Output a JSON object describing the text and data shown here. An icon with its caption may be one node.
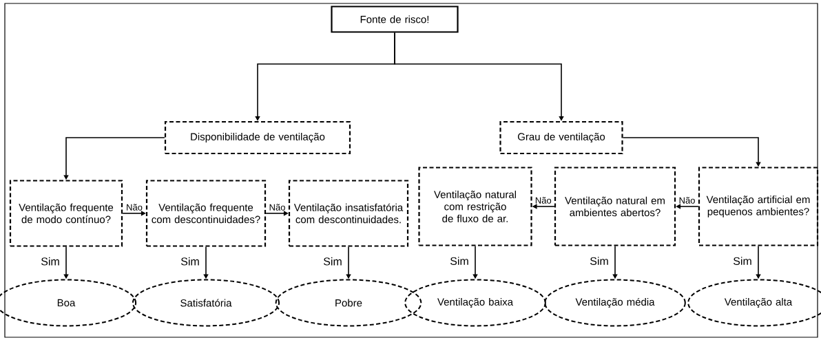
{
  "diagram": {
    "nodes": [
      {
        "text": [
          "Fonte de risco!"
        ]
      },
      {
        "text": [
          "Disponibilidade de ventilação"
        ]
      },
      {
        "text": [
          "Grau de ventilação"
        ]
      },
      {
        "text": [
          "Ventilação frequente de modo contínuo?"
        ]
      },
      {
        "text": [
          "Ventilação frequente com descontinuidades?"
        ]
      },
      {
        "text": [
          "Ventilação insatisfatória com descontinuidades."
        ]
      },
      {
        "text": [
          "Ventilação natural com restrição de fluxo de ar."
        ]
      },
      {
        "text": [
          "Ventilação natural em ambientes abertos?"
        ]
      },
      {
        "text": [
          "Ventilação artificial em pequenos ambientes?"
        ]
      },
      {
        "text": [
          "Boa"
        ]
      },
      {
        "text": [
          "Satisfatória"
        ]
      },
      {
        "text": [
          "Pobre"
        ]
      },
      {
        "text": [
          "Ventilação baixa"
        ]
      },
      {
        "text": [
          "Ventilação média"
        ]
      },
      {
        "text": [
          "Ventilação alta"
        ]
      }
    ],
    "edges": [
      {
        "from": 0,
        "to": 1,
        "arrow": "to"
      },
      {
        "from": 0,
        "to": 2,
        "arrow": "to"
      },
      {
        "from": 1,
        "to": 3,
        "arrow": "to"
      },
      {
        "from": 2,
        "to": 8,
        "arrow": "to"
      },
      {
        "from": 3,
        "to": 4,
        "arrow": "to",
        "label": "Não"
      },
      {
        "from": 4,
        "to": 5,
        "arrow": "to",
        "label": "Não"
      },
      {
        "from": 8,
        "to": 7,
        "arrow": "to",
        "label": "Não"
      },
      {
        "from": 7,
        "to": 6,
        "arrow": "to",
        "label": "Não"
      },
      {
        "from": 3,
        "to": 9,
        "arrow": "to",
        "label": "Sim"
      },
      {
        "from": 4,
        "to": 10,
        "arrow": "to",
        "label": "Sim"
      },
      {
        "from": 5,
        "to": 11,
        "arrow": "to",
        "label": "Sim"
      },
      {
        "from": 6,
        "to": 12,
        "arrow": "to",
        "label": "Sim"
      },
      {
        "from": 7,
        "to": 13,
        "arrow": "to",
        "label": "Sim"
      },
      {
        "from": 8,
        "to": 14,
        "arrow": "to",
        "label": "Sim"
      }
    ]
  }
}
